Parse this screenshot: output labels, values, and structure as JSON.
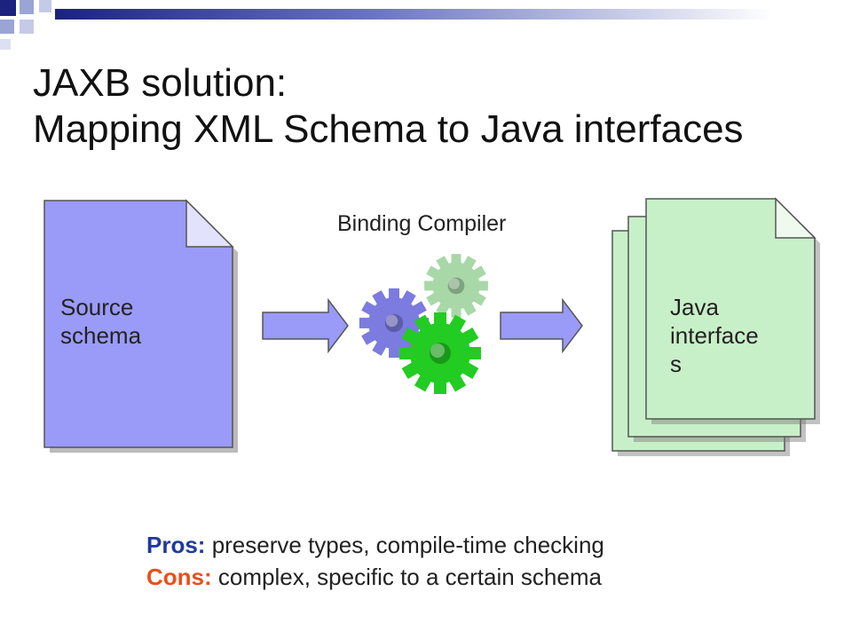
{
  "slide": {
    "title_line1": "JAXB solution:",
    "title_line2": "Mapping XML Schema to Java interfaces"
  },
  "diagram": {
    "source_label_line1": "Source",
    "source_label_line2": "schema",
    "compiler_label": "Binding Compiler",
    "target_label_line1": "Java",
    "target_label_line2": "interface",
    "target_label_line3": "s"
  },
  "notes": {
    "pros_key": "Pros:",
    "pros_text": " preserve types, compile-time checking",
    "cons_key": "Cons:",
    "cons_text": " complex, specific to a certain schema"
  },
  "colors": {
    "source_doc": "#9a9af8",
    "target_doc": "#c8f0c8",
    "arrow": "#9a9af8",
    "gear_blue": "#7b7be0",
    "gear_light_green": "#a8d8a8",
    "gear_green": "#22cc22",
    "pros_accent": "#1f3a9e",
    "cons_accent": "#e8501a"
  },
  "icons": [
    "gear-icon",
    "document-icon",
    "arrow-right-icon"
  ]
}
